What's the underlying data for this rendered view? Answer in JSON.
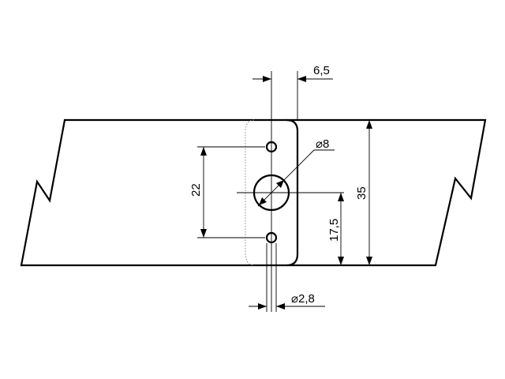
{
  "drawing": {
    "dimensions": {
      "offset": "6,5",
      "large_hole_diameter": "8",
      "hole_spacing": "22",
      "center_height": "17,5",
      "total_height": "35",
      "small_hole_diameter": "2,8"
    },
    "symbols": {
      "diameter": "⌀"
    }
  }
}
